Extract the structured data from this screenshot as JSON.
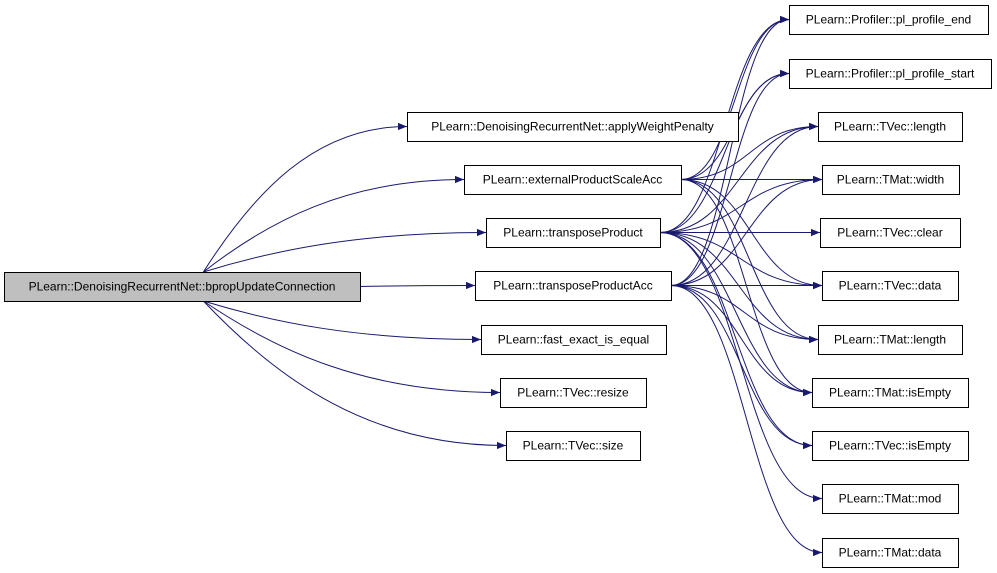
{
  "colors": {
    "edge": "#191970",
    "node_fill": "#ffffff",
    "root_fill": "#bfbfbf",
    "border": "#000000"
  },
  "nodes": [
    {
      "id": "root",
      "label": "PLearn::DenoisingRecurrentNet::bpropUpdateConnection",
      "root": true
    },
    {
      "id": "applyWeightPenalty",
      "label": "PLearn::DenoisingRecurrentNet::applyWeightPenalty"
    },
    {
      "id": "externalProductScaleAcc",
      "label": "PLearn::externalProductScaleAcc"
    },
    {
      "id": "transposeProduct",
      "label": "PLearn::transposeProduct"
    },
    {
      "id": "transposeProductAcc",
      "label": "PLearn::transposeProductAcc"
    },
    {
      "id": "fast_exact_is_equal",
      "label": "PLearn::fast_exact_is_equal"
    },
    {
      "id": "tvec_resize",
      "label": "PLearn::TVec::resize"
    },
    {
      "id": "tvec_size",
      "label": "PLearn::TVec::size"
    },
    {
      "id": "pl_profile_end",
      "label": "PLearn::Profiler::pl_profile_end"
    },
    {
      "id": "pl_profile_start",
      "label": "PLearn::Profiler::pl_profile_start"
    },
    {
      "id": "tvec_length",
      "label": "PLearn::TVec::length"
    },
    {
      "id": "tmat_width",
      "label": "PLearn::TMat::width"
    },
    {
      "id": "tvec_clear",
      "label": "PLearn::TVec::clear"
    },
    {
      "id": "tvec_data",
      "label": "PLearn::TVec::data"
    },
    {
      "id": "tmat_length",
      "label": "PLearn::TMat::length"
    },
    {
      "id": "tmat_isEmpty",
      "label": "PLearn::TMat::isEmpty"
    },
    {
      "id": "tvec_isEmpty",
      "label": "PLearn::TVec::isEmpty"
    },
    {
      "id": "tmat_mod",
      "label": "PLearn::TMat::mod"
    },
    {
      "id": "tmat_data",
      "label": "PLearn::TMat::data"
    }
  ],
  "edges": [
    [
      "root",
      "applyWeightPenalty"
    ],
    [
      "root",
      "externalProductScaleAcc"
    ],
    [
      "root",
      "transposeProduct"
    ],
    [
      "root",
      "transposeProductAcc"
    ],
    [
      "root",
      "fast_exact_is_equal"
    ],
    [
      "root",
      "tvec_resize"
    ],
    [
      "root",
      "tvec_size"
    ],
    [
      "externalProductScaleAcc",
      "pl_profile_end"
    ],
    [
      "externalProductScaleAcc",
      "pl_profile_start"
    ],
    [
      "externalProductScaleAcc",
      "tvec_length"
    ],
    [
      "externalProductScaleAcc",
      "tmat_width"
    ],
    [
      "externalProductScaleAcc",
      "tvec_data"
    ],
    [
      "externalProductScaleAcc",
      "tmat_length"
    ],
    [
      "externalProductScaleAcc",
      "tmat_isEmpty"
    ],
    [
      "transposeProduct",
      "pl_profile_end"
    ],
    [
      "transposeProduct",
      "pl_profile_start"
    ],
    [
      "transposeProduct",
      "tvec_length"
    ],
    [
      "transposeProduct",
      "tmat_width"
    ],
    [
      "transposeProduct",
      "tvec_clear"
    ],
    [
      "transposeProduct",
      "tvec_data"
    ],
    [
      "transposeProduct",
      "tmat_length"
    ],
    [
      "transposeProduct",
      "tmat_isEmpty"
    ],
    [
      "transposeProduct",
      "tvec_isEmpty"
    ],
    [
      "transposeProduct",
      "tmat_mod"
    ],
    [
      "transposeProductAcc",
      "pl_profile_end"
    ],
    [
      "transposeProductAcc",
      "pl_profile_start"
    ],
    [
      "transposeProductAcc",
      "tvec_length"
    ],
    [
      "transposeProductAcc",
      "tmat_width"
    ],
    [
      "transposeProductAcc",
      "tvec_data"
    ],
    [
      "transposeProductAcc",
      "tmat_length"
    ],
    [
      "transposeProductAcc",
      "tmat_isEmpty"
    ],
    [
      "transposeProductAcc",
      "tvec_isEmpty"
    ],
    [
      "transposeProductAcc",
      "tmat_data"
    ]
  ]
}
